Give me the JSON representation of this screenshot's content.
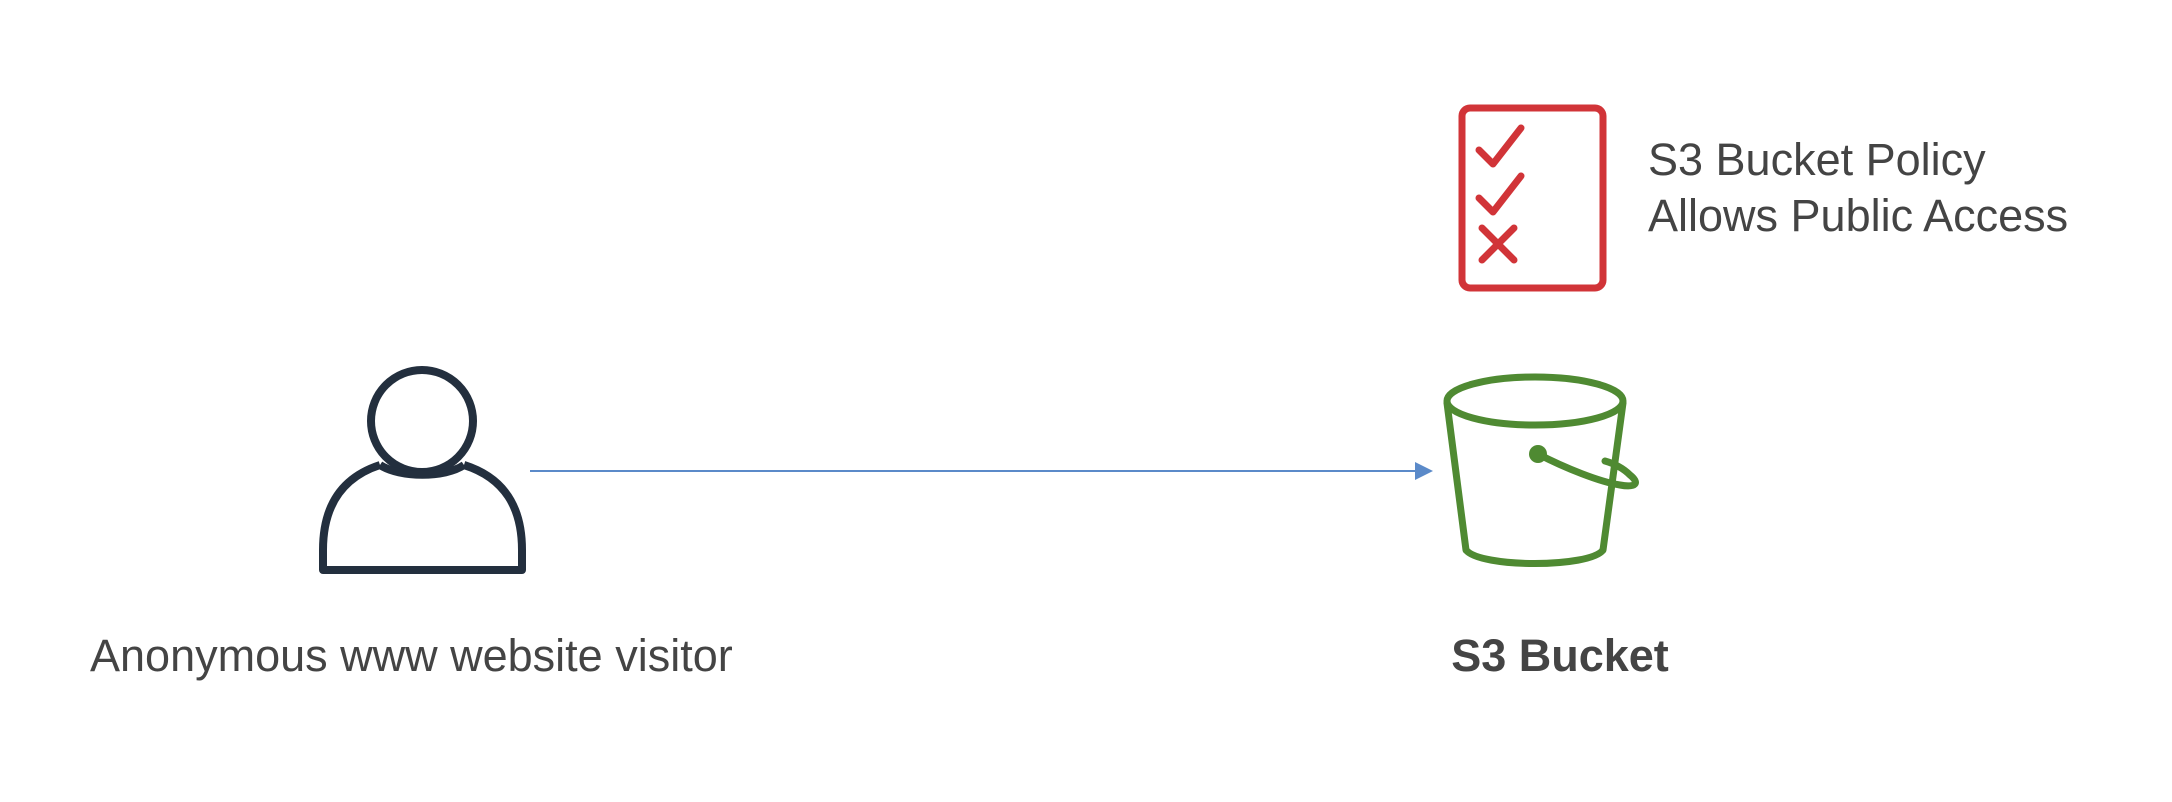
{
  "user": {
    "label": "Anonymous www website visitor",
    "icon": "user-icon",
    "color": "#232f3e"
  },
  "bucket": {
    "label": "S3 Bucket",
    "icon": "s3-bucket-icon",
    "color": "#4f8a32"
  },
  "policy": {
    "line1": "S3 Bucket Policy",
    "line2": "Allows Public Access",
    "icon": "policy-checklist-icon",
    "color": "#d13438"
  },
  "arrow": {
    "color": "#5b8ac9"
  }
}
